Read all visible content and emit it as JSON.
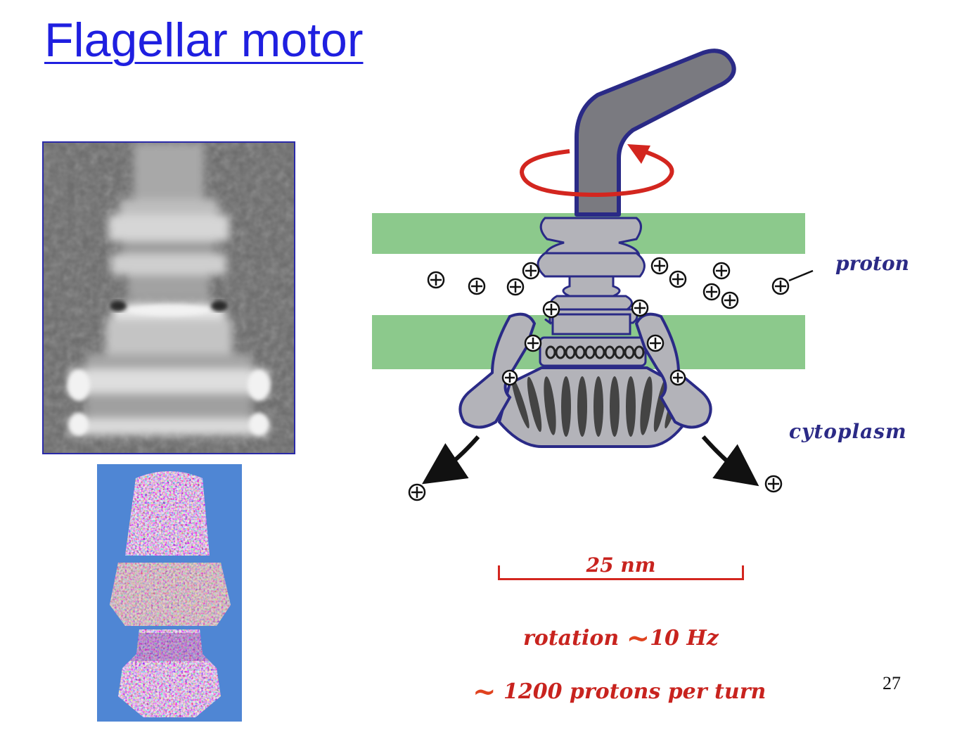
{
  "title": "Flagellar motor",
  "labels": {
    "proton": "proton",
    "cytoplasm": "cytoplasm",
    "scale": "25 nm"
  },
  "notes": {
    "rotation_prefix": "rotation ",
    "rotation_value": "10 Hz",
    "protons_value": " 1200 protons per turn",
    "tilde": "~"
  },
  "page_number": "27",
  "colors": {
    "title": "#1f1fe0",
    "membrane": "#8cc98c",
    "motor_fill": "#b3b3b9",
    "motor_outline": "#2a2a86",
    "rotation_arrow": "#d3261f",
    "label_text": "#2b2a86",
    "note_text": "#c8231e"
  },
  "icons": {
    "proton": "circled-plus-icon",
    "rotation": "circular-arrow-icon",
    "flow": "curved-arrow-icon"
  }
}
